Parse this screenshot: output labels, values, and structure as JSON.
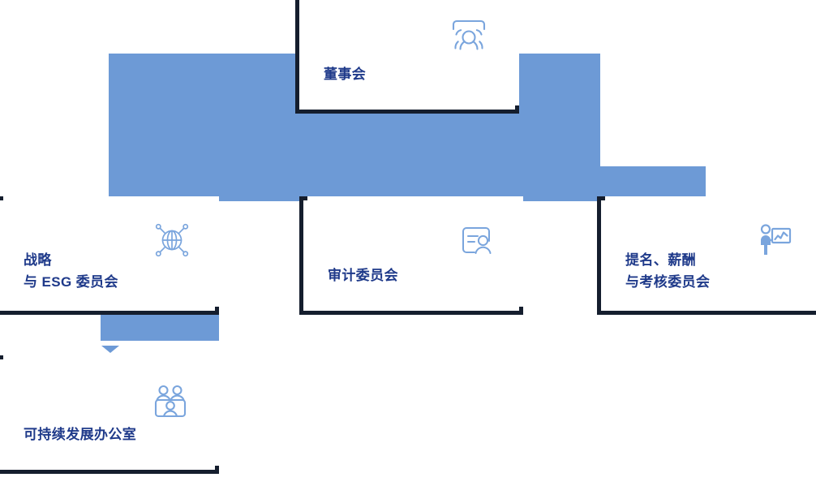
{
  "diagram": {
    "type": "org-chart",
    "title": "",
    "colors": {
      "connector": "#6d9ad6",
      "card_border": "#151e2e",
      "card_background": "#ffffff",
      "label_text": "#1f3a8a",
      "icon": "#7aa5dd"
    },
    "nodes": [
      {
        "id": "board",
        "label": "董事会",
        "icon": "group-people-icon",
        "level": 1
      },
      {
        "id": "strategy",
        "label": "战略\n与 ESG 委员会",
        "icon": "globe-network-icon",
        "level": 2
      },
      {
        "id": "audit",
        "label": "审计委员会",
        "icon": "document-person-icon",
        "level": 2
      },
      {
        "id": "nomination",
        "label": "提名、薪酬\n与考核委员会",
        "icon": "presenter-chart-icon",
        "level": 2
      },
      {
        "id": "office",
        "label": "可持续发展办公室",
        "icon": "team-group-icon",
        "level": 3
      }
    ],
    "edges": [
      {
        "from": "board",
        "to": "strategy"
      },
      {
        "from": "board",
        "to": "audit"
      },
      {
        "from": "board",
        "to": "nomination"
      },
      {
        "from": "strategy",
        "to": "office"
      }
    ]
  }
}
